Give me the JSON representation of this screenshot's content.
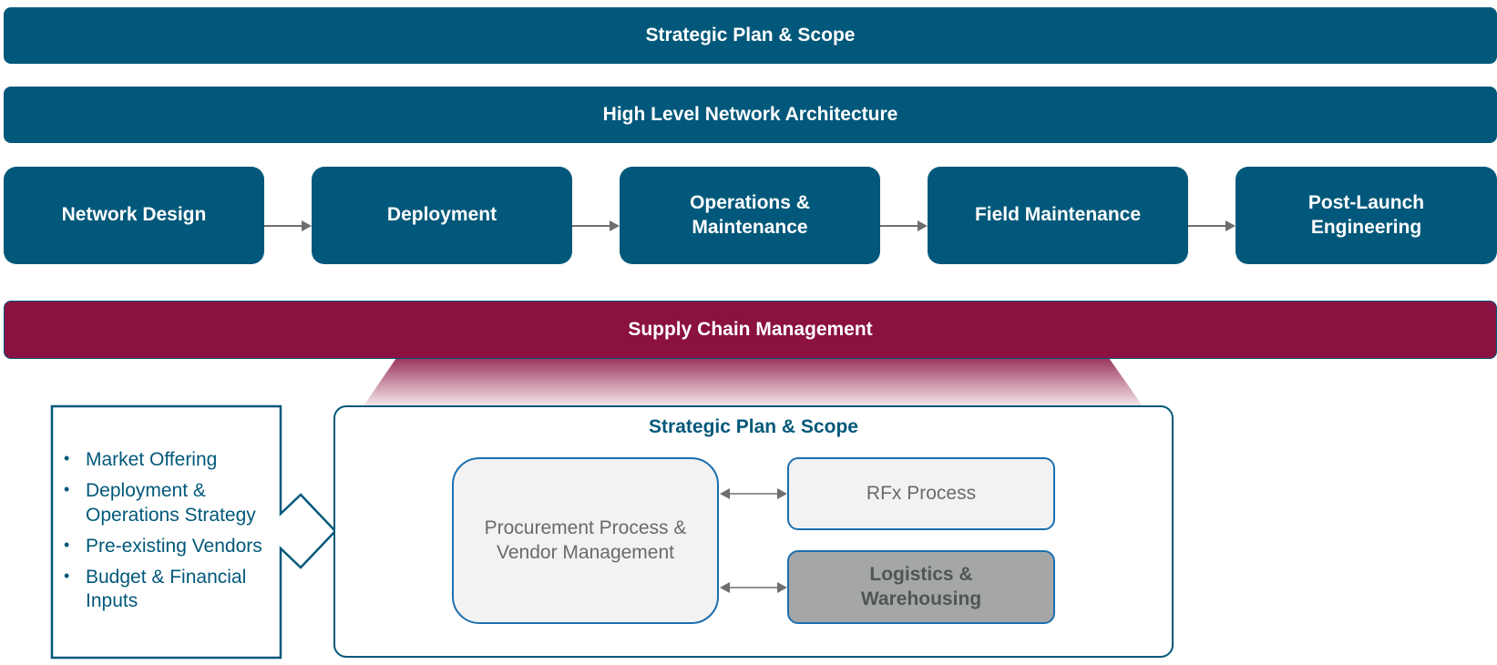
{
  "top_bars": {
    "strategic_plan": "Strategic Plan & Scope",
    "network_architecture": "High Level Network Architecture"
  },
  "stages": [
    {
      "label": "Network Design"
    },
    {
      "label": "Deployment"
    },
    {
      "label": "Operations & Maintenance"
    },
    {
      "label": "Field Maintenance"
    },
    {
      "label": "Post-Launch Engineering"
    }
  ],
  "supply_chain": {
    "label": "Supply Chain Management"
  },
  "inputs": {
    "items": [
      "Market Offering",
      "Deployment & Operations Strategy",
      "Pre-existing Vendors",
      "Budget & Financial Inputs"
    ]
  },
  "detail": {
    "title": "Strategic Plan & Scope",
    "procurement": "Procurement Process & Vendor Management",
    "rfx": "RFx Process",
    "logistics": "Logistics & Warehousing"
  },
  "colors": {
    "primary": "#02587a",
    "supply_chain": "#8a1140",
    "box_fill": "#f2f2f2",
    "logistics_fill": "#a5a7a7",
    "box_border": "#1b6fae"
  }
}
